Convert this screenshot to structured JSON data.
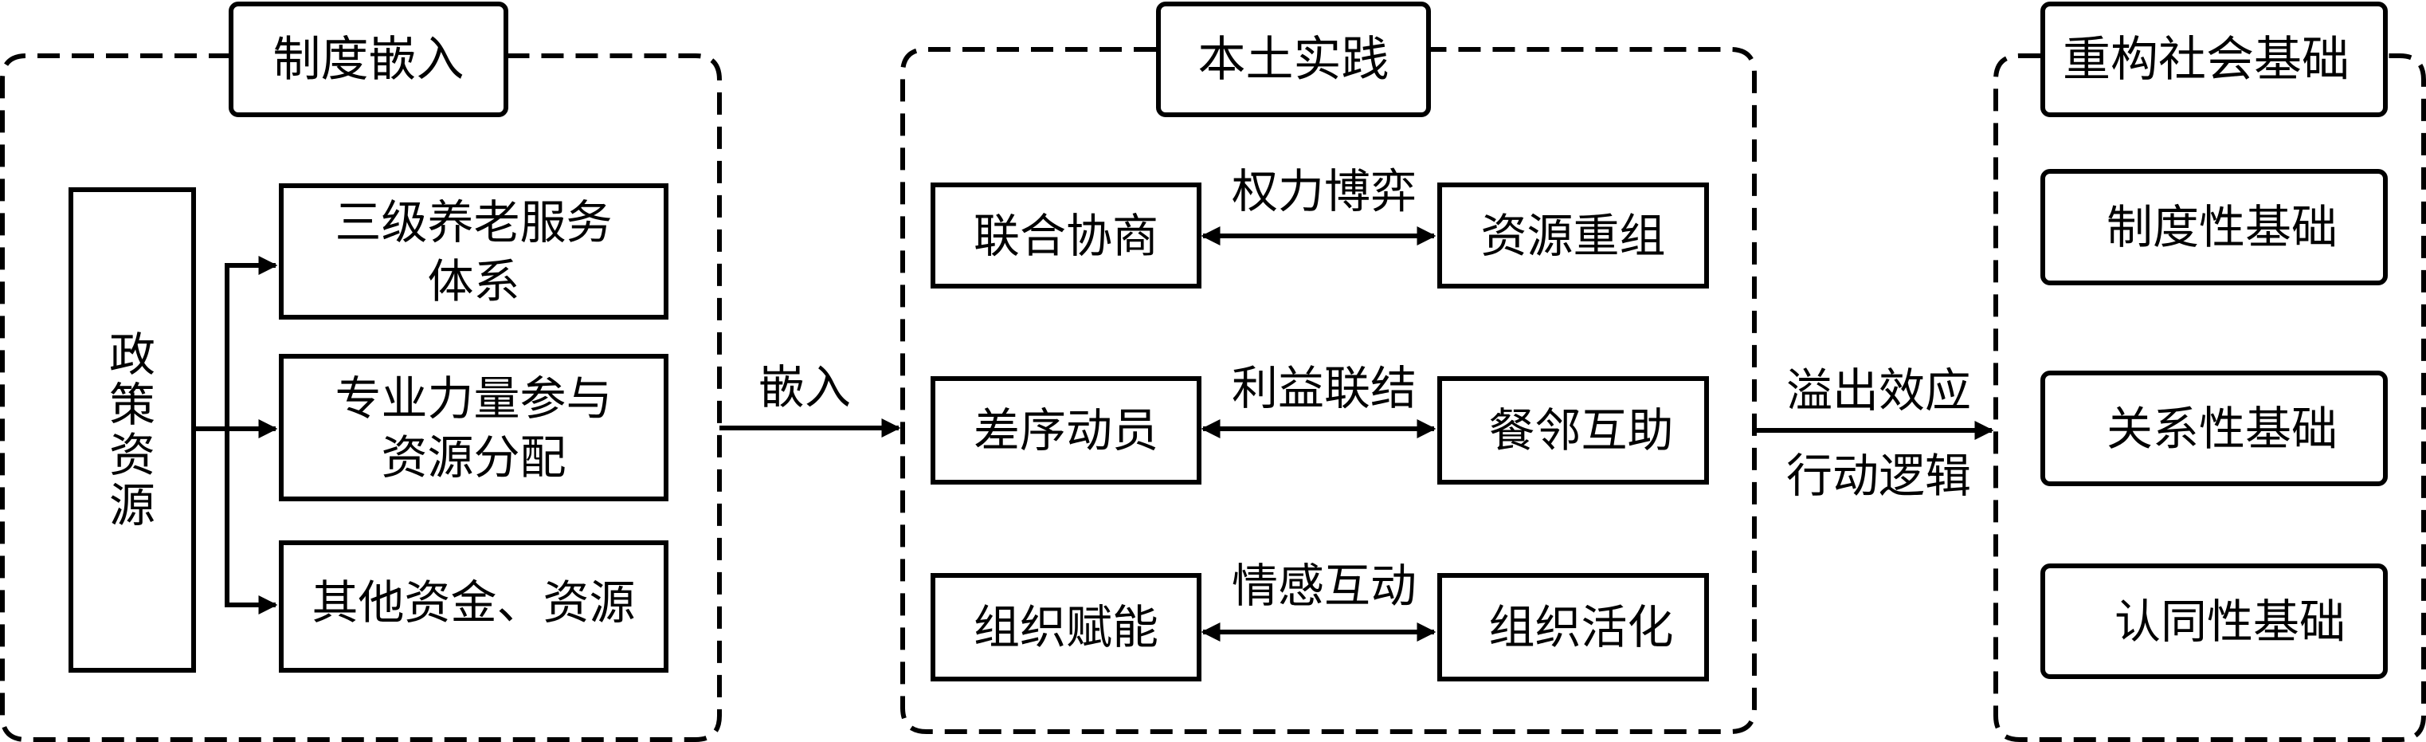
{
  "panels": [
    {
      "title": "制度嵌入",
      "source": {
        "label_chars": [
          "政",
          "策",
          "资",
          "源"
        ]
      },
      "targets": [
        {
          "label": "三级养老服务\n体系"
        },
        {
          "label": "专业力量参与\n资源分配"
        },
        {
          "label": "其他资金、资源"
        }
      ]
    },
    {
      "title": "本土实践",
      "pairs": [
        {
          "left": "联合协商",
          "relation": "权力博弈",
          "right": "资源重组"
        },
        {
          "left": "差序动员",
          "relation": "利益联结",
          "right": "餐邻互助"
        },
        {
          "left": "组织赋能",
          "relation": "情感互动",
          "right": "组织活化"
        }
      ]
    },
    {
      "title": "重构社会基础",
      "items": [
        {
          "label": "制度性基础"
        },
        {
          "label": "关系性基础"
        },
        {
          "label": "认同性基础"
        }
      ]
    }
  ],
  "connectors": {
    "embed": {
      "label": "嵌入"
    },
    "spillover": {
      "label_top": "溢出效应",
      "label_bottom": "行动逻辑"
    }
  },
  "colors": {
    "stroke": "#000000",
    "background": "#ffffff"
  }
}
